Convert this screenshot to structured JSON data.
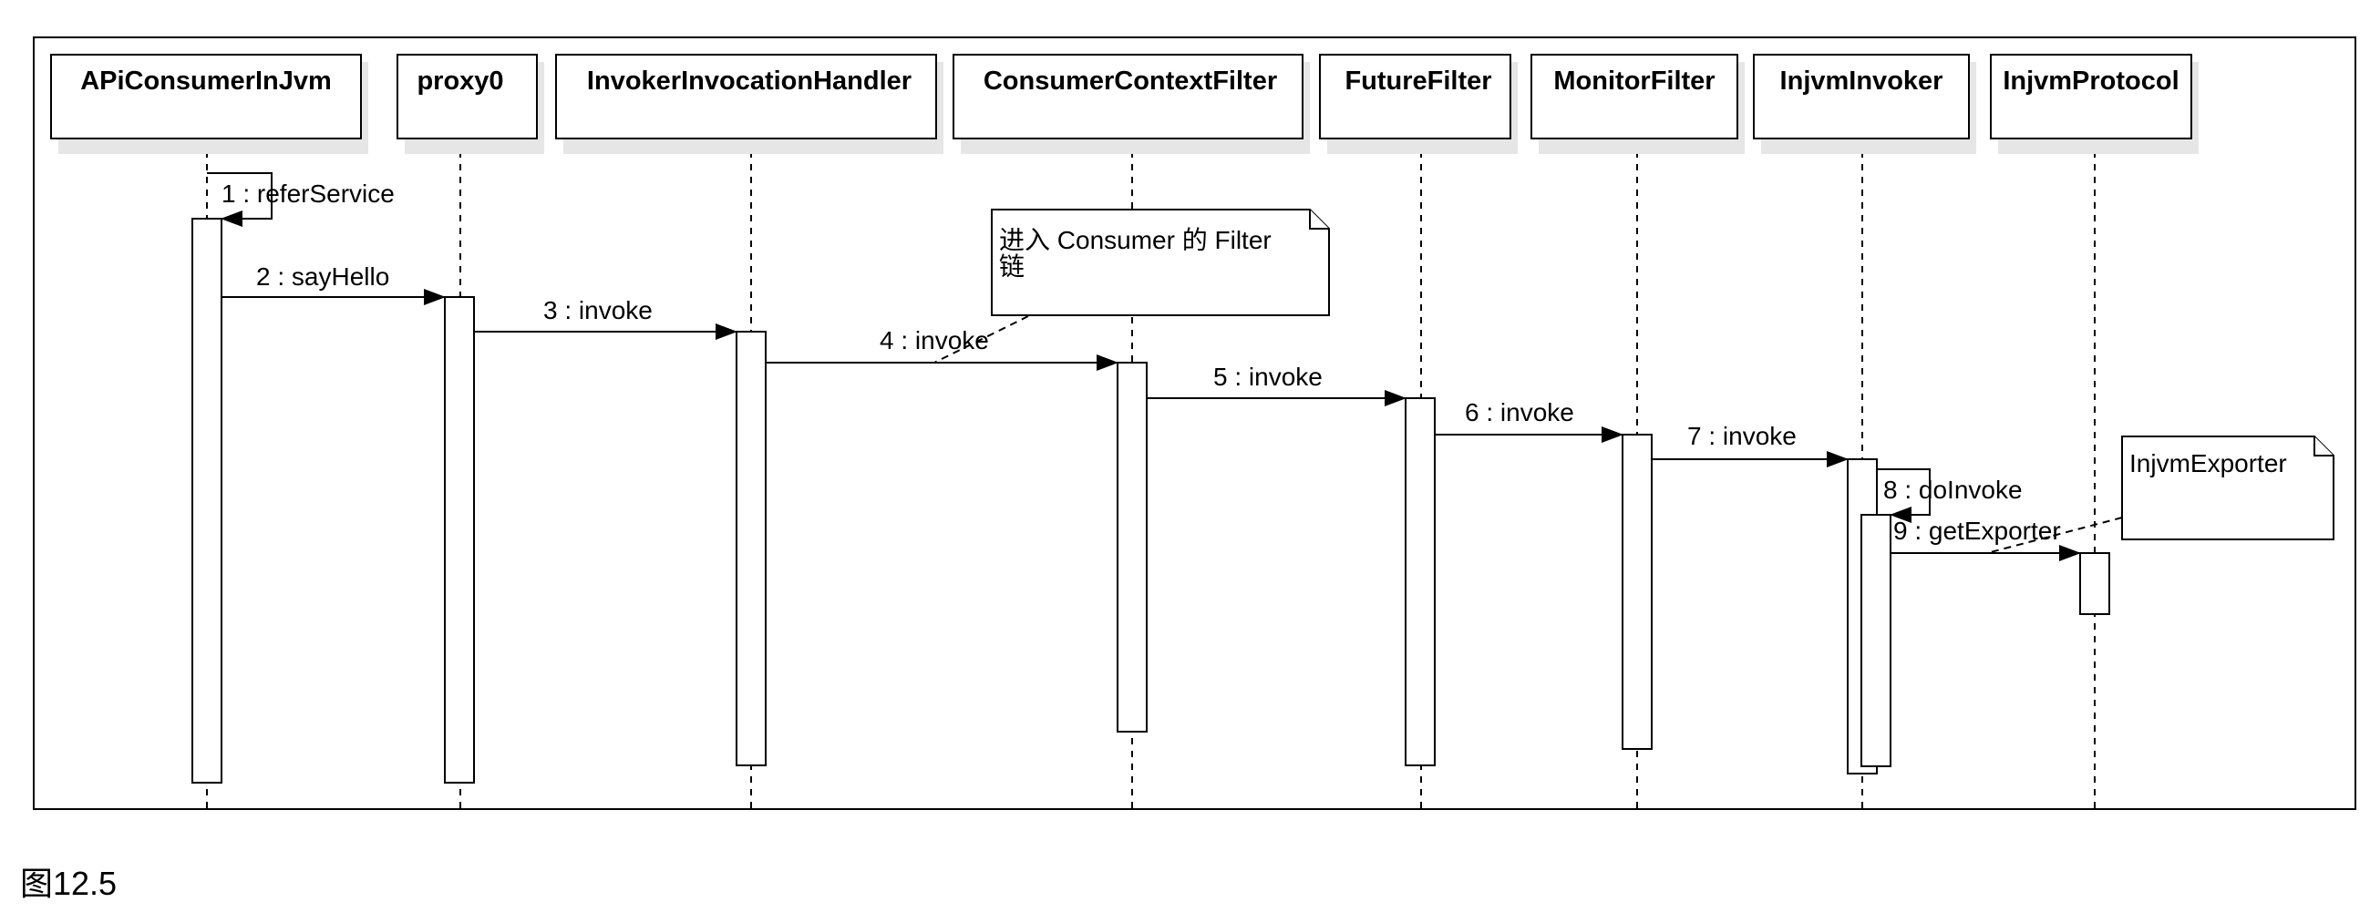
{
  "participants": [
    {
      "id": "p1",
      "label": "APiConsumerInJvm"
    },
    {
      "id": "p2",
      "label": "proxy0"
    },
    {
      "id": "p3",
      "label": "InvokerInvocationHandler"
    },
    {
      "id": "p4",
      "label": "ConsumerContextFilter"
    },
    {
      "id": "p5",
      "label": "FutureFilter"
    },
    {
      "id": "p6",
      "label": "MonitorFilter"
    },
    {
      "id": "p7",
      "label": "InjvmInvoker"
    },
    {
      "id": "p8",
      "label": "InjvmProtocol"
    }
  ],
  "messages": [
    {
      "label": "1 : referService",
      "from": "p1",
      "to": "p1",
      "self": true
    },
    {
      "label": "2 : sayHello",
      "from": "p1",
      "to": "p2"
    },
    {
      "label": "3 : invoke",
      "from": "p2",
      "to": "p3"
    },
    {
      "label": "4 : invoke",
      "from": "p3",
      "to": "p4"
    },
    {
      "label": "5 : invoke",
      "from": "p4",
      "to": "p5"
    },
    {
      "label": "6 : invoke",
      "from": "p5",
      "to": "p6"
    },
    {
      "label": "7 : invoke",
      "from": "p6",
      "to": "p7"
    },
    {
      "label": "8 : doInvoke",
      "from": "p7",
      "to": "p7",
      "self": true
    },
    {
      "label": "9 : getExporter",
      "from": "p7",
      "to": "p8"
    }
  ],
  "notes": [
    {
      "lines": [
        "进入 Consumer 的 Filter",
        "链"
      ],
      "attached_to": "4 : invoke"
    },
    {
      "lines": [
        "InjvmExporter"
      ],
      "attached_to": "9 : getExporter"
    }
  ],
  "caption": "图12.5"
}
